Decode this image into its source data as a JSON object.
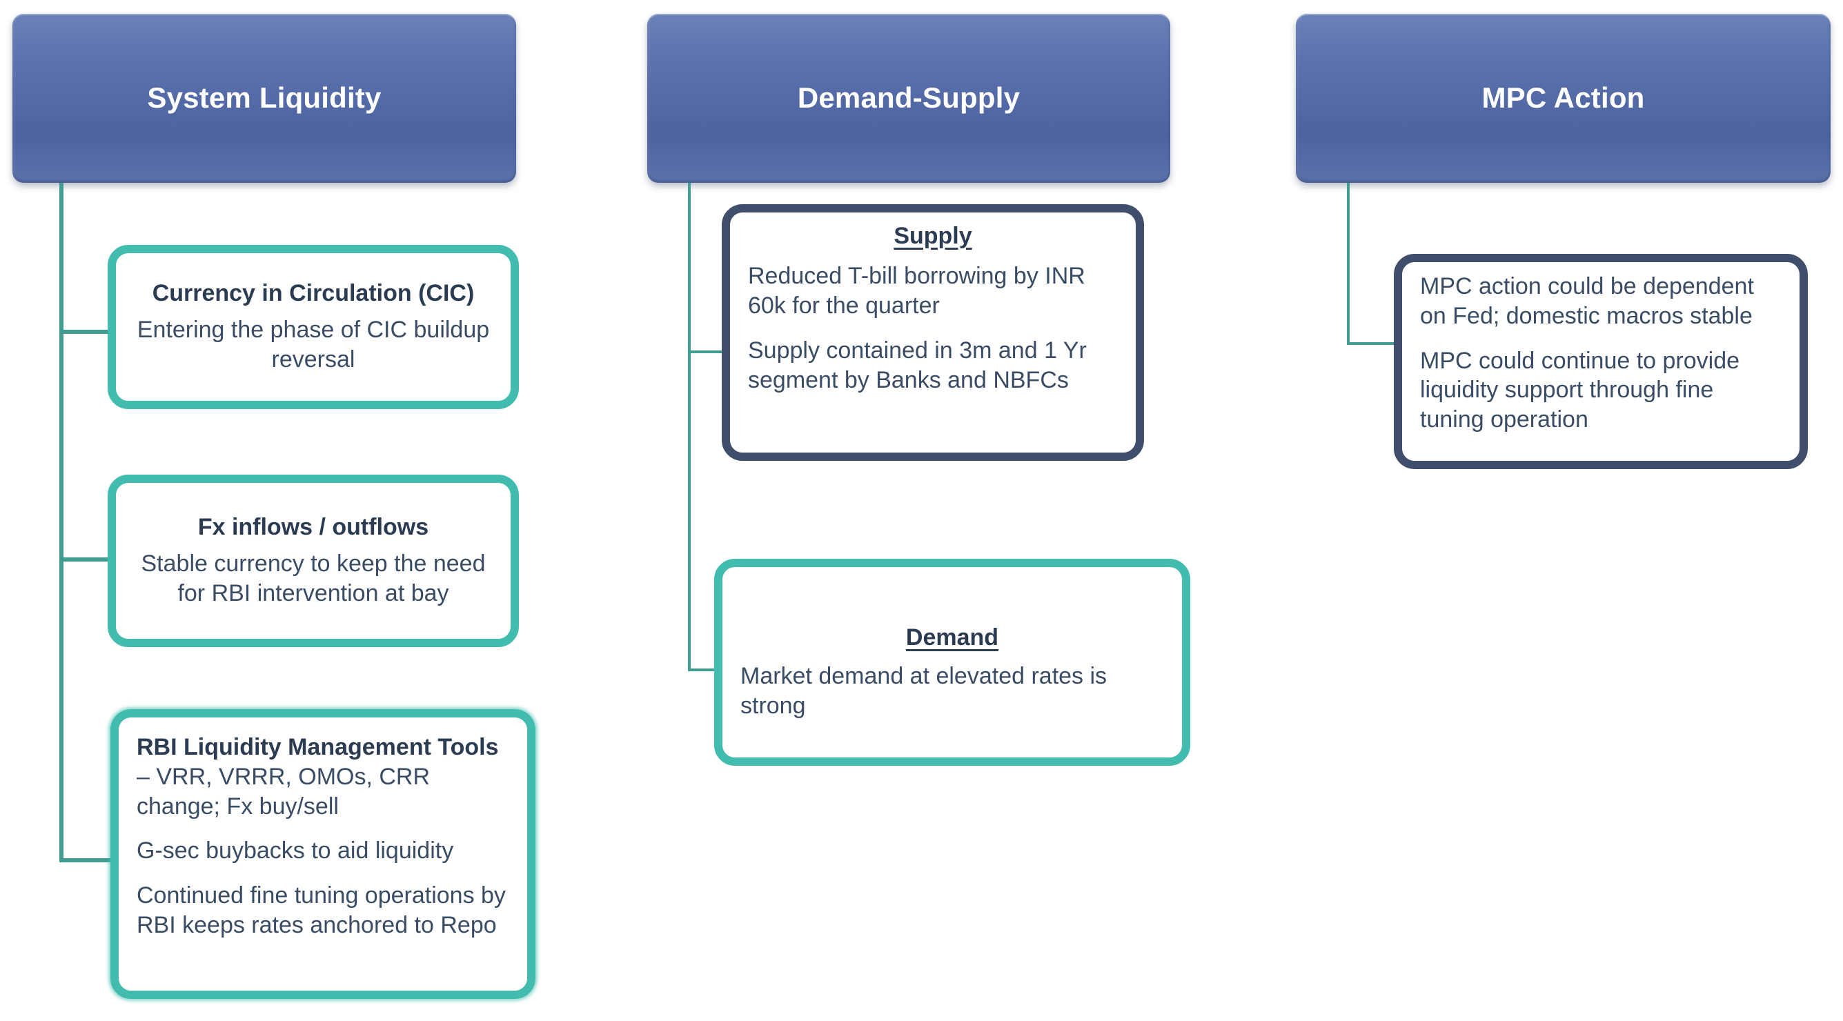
{
  "colors": {
    "header_blue": "#5b72ae",
    "teal_border": "#41bcae",
    "navy_border": "#3f4f6b",
    "connector_green": "#3f9e8f",
    "text_navy": "#33415c"
  },
  "columns": [
    {
      "id": "system-liquidity",
      "header": "System Liquidity",
      "boxes": [
        {
          "id": "currency-in-circulation",
          "border": "teal",
          "title": "Currency in Circulation (CIC)",
          "title_underline": false,
          "align": "center",
          "paragraphs": [
            "Entering the phase of CIC buildup reversal"
          ]
        },
        {
          "id": "fx-inflows-outflows",
          "border": "teal",
          "title": "Fx inflows / outflows",
          "title_underline": false,
          "align": "center",
          "paragraphs": [
            "Stable currency to keep the need for RBI intervention at bay"
          ]
        },
        {
          "id": "rbi-liquidity-management-tools",
          "border": "teal",
          "title": "",
          "title_underline": false,
          "align": "left",
          "lead_bold": "RBI Liquidity Management Tools",
          "lead_rest": " – VRR, VRRR, OMOs, CRR change; Fx buy/sell",
          "paragraphs": [
            "G-sec buybacks to aid liquidity",
            "Continued fine tuning operations by RBI keeps rates anchored to Repo"
          ]
        }
      ]
    },
    {
      "id": "demand-supply",
      "header": "Demand-Supply",
      "boxes": [
        {
          "id": "supply",
          "border": "navy",
          "title": "Supply",
          "title_underline": true,
          "align": "left",
          "paragraphs": [
            "Reduced T-bill borrowing by INR 60k for the quarter",
            "Supply contained in 3m and 1 Yr segment by Banks and NBFCs"
          ]
        },
        {
          "id": "demand",
          "border": "teal",
          "title": "Demand",
          "title_underline": true,
          "align": "left",
          "paragraphs": [
            "Market demand at elevated rates is strong"
          ]
        }
      ]
    },
    {
      "id": "mpc-action",
      "header": "MPC Action",
      "boxes": [
        {
          "id": "mpc-details",
          "border": "navy",
          "title": "",
          "title_underline": false,
          "align": "left",
          "paragraphs": [
            "MPC action could be dependent on Fed; domestic macros stable",
            "MPC could continue to provide liquidity support through fine tuning operation"
          ]
        }
      ]
    }
  ]
}
